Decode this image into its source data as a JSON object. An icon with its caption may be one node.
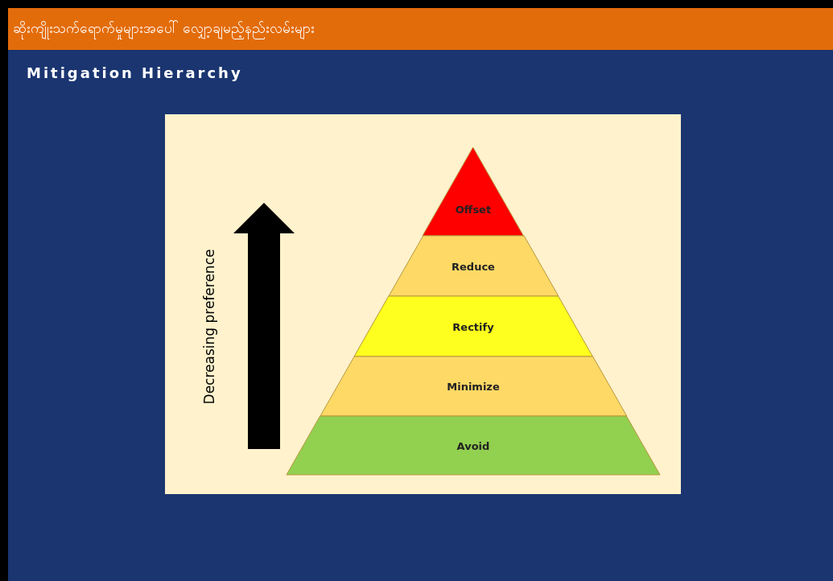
{
  "diagram": {
    "title": "ဆိုးကျိုးသက်ရောက်မှုများအပေါ် လျှော့ချမည့်နည်းလမ်းများ",
    "nodes": [
      {
        "text": [
          "Offset"
        ]
      },
      {
        "text": [
          "Reduce"
        ]
      },
      {
        "text": [
          "Rectify"
        ]
      },
      {
        "text": [
          "Minimize"
        ]
      },
      {
        "text": [
          "Avoid"
        ]
      }
    ],
    "labels": [
      "Mitigation Hierarchy",
      "Decreasing preference"
    ]
  }
}
